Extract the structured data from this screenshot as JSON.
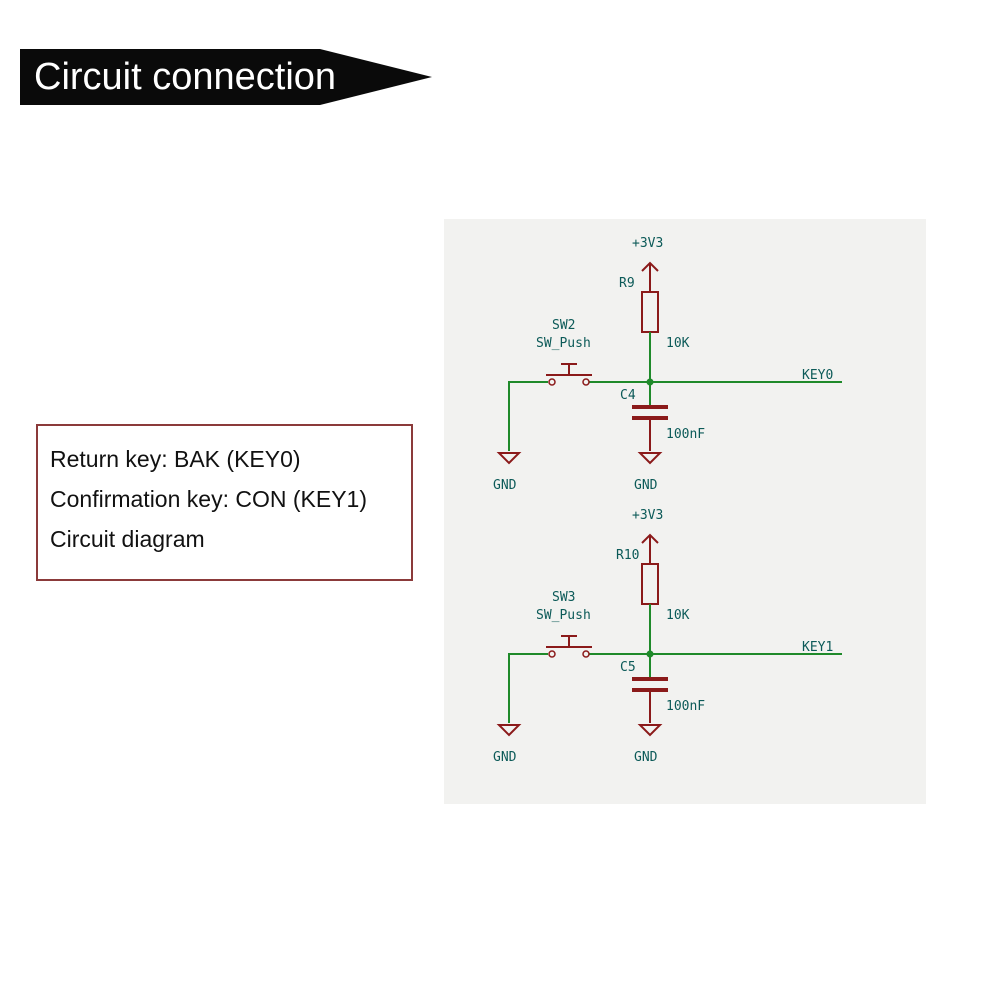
{
  "header": {
    "title": "Circuit connection"
  },
  "info": {
    "lines": [
      "Return key: BAK (KEY0)",
      "Confirmation key: CON (KEY1)",
      "Circuit diagram"
    ]
  },
  "colors": {
    "banner": "#0a0a0a",
    "box_border": "#8b3a3a",
    "wire": "#1f8a2a",
    "component": "#8b1a1a",
    "label": "#0c5a58",
    "schematic_bg": "#f2f2f0"
  },
  "schematic": {
    "circuits": [
      {
        "supply": "+3V3",
        "resistor": {
          "ref": "R9",
          "value": "10K"
        },
        "switch": {
          "ref": "SW2",
          "value": "SW_Push"
        },
        "capacitor": {
          "ref": "C4",
          "value": "100nF"
        },
        "net": "KEY0",
        "gnd_left": "GND",
        "gnd_right": "GND"
      },
      {
        "supply": "+3V3",
        "resistor": {
          "ref": "R10",
          "value": "10K"
        },
        "switch": {
          "ref": "SW3",
          "value": "SW_Push"
        },
        "capacitor": {
          "ref": "C5",
          "value": "100nF"
        },
        "net": "KEY1",
        "gnd_left": "GND",
        "gnd_right": "GND"
      }
    ]
  }
}
